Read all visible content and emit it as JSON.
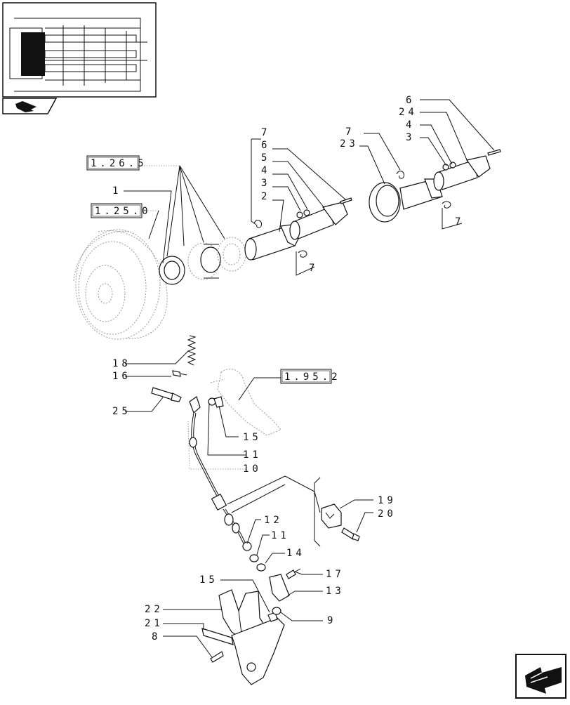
{
  "callouts": {
    "c1": "1",
    "c2": "2",
    "c3": "3",
    "c4": "4",
    "c5": "5",
    "c6": "6",
    "c7": "7",
    "c3b": "3",
    "c4b": "4",
    "c24": "24",
    "c6b": "6",
    "c7b": "7",
    "c23": "23",
    "c7c": "7",
    "c7d": "7",
    "c18": "18",
    "c16": "16",
    "c25": "25",
    "c15": "15",
    "c11": "11",
    "c10": "10",
    "c19": "19",
    "c20": "20",
    "c12": "12",
    "c11b": "11",
    "c14": "14",
    "c15b": "15",
    "c17": "17",
    "c13": "13",
    "c9": "9",
    "c22": "22",
    "c21": "21",
    "c8": "8"
  },
  "references": {
    "r1265": "1.26.5",
    "r1250": "1.25.0",
    "r1952": "1.95.2"
  },
  "icons": {
    "thumbnail": "transmission-locator-thumbnail",
    "nav_back": "back-arrow-icon",
    "nav_forward": "forward-arrow-icon"
  }
}
